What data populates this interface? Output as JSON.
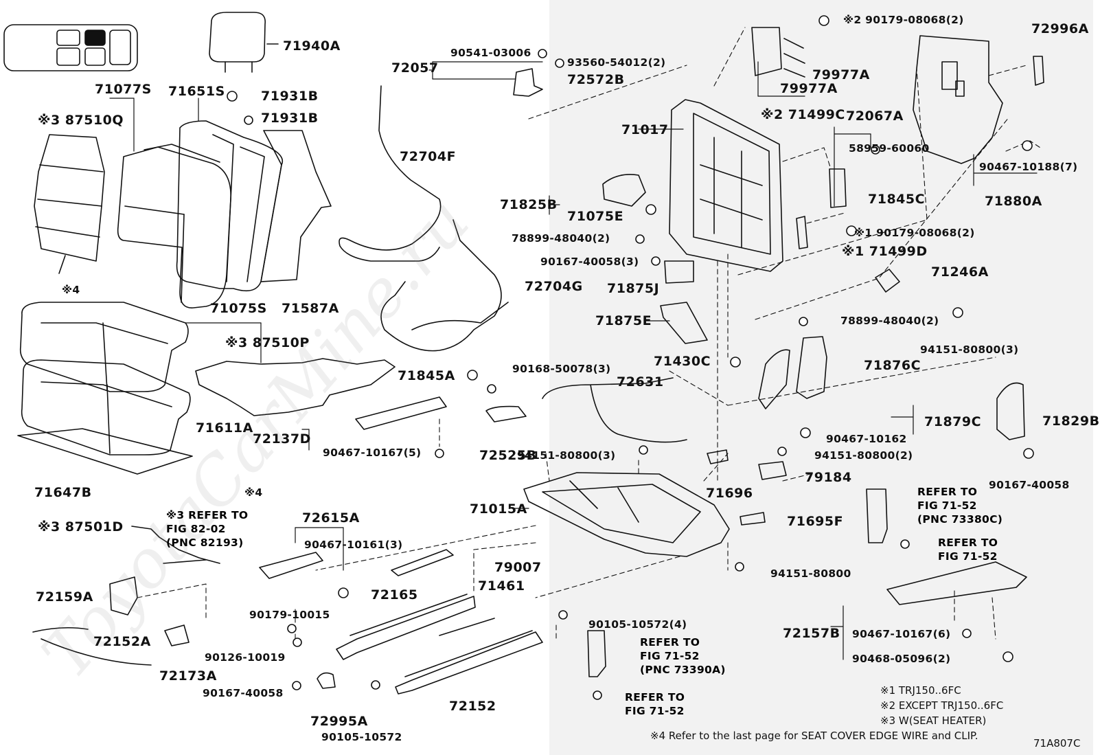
{
  "parts": {
    "p71940A": "71940A",
    "p71077S": "71077S",
    "p71651S": "71651S",
    "p71931B_1": "71931B",
    "p71931B_2": "71931B",
    "p87510Q": "※3 87510Q",
    "p72057": "72057",
    "p90541": "90541-03006",
    "p93560": "93560-54012(2)",
    "p72572B": "72572B",
    "p72704F": "72704F",
    "p72704G": "72704G",
    "p71587A": "71587A",
    "p71075S": "71075S",
    "p87510P": "※3 87510P",
    "p71611A": "71611A",
    "p71647B": "71647B",
    "p71845A": "71845A",
    "p90168": "90168-50078(3)",
    "p72137D": "72137D",
    "p90467_10167": "90467-10167(5)",
    "p72525B": "72525B",
    "p87501D": "※3 87501D",
    "p72615A": "72615A",
    "p90467_10161": "90467-10161(3)",
    "p79007": "79007",
    "p72159A": "72159A",
    "p72165": "72165",
    "p71461": "71461",
    "p90179_10015": "90179-10015",
    "p72152A": "72152A",
    "p90126": "90126-10019",
    "p72173A": "72173A",
    "p90167_40058a": "90167-40058",
    "p72995A": "72995A",
    "p72152": "72152",
    "p90105_10572": "90105-10572",
    "p90105_10572_4": "90105-10572(4)",
    "p90179_08068_2a": "※2 90179-08068(2)",
    "p79977A_1": "79977A",
    "p79977A_2": "79977A",
    "p71499C": "※2 71499C",
    "p72996A": "72996A",
    "p71017": "71017",
    "p72067A": "72067A",
    "p58959": "58959-60060",
    "p71845C": "71845C",
    "p71880A": "71880A",
    "p90467_10188": "90467-10188(7)",
    "p71825B": "71825B",
    "p71075E": "71075E",
    "p78899_a": "78899-48040(2)",
    "p90179_08068_2b": "※1 90179-08068(2)",
    "p90167_40058_3": "90167-40058(3)",
    "p71499D": "※1 71499D",
    "p71246A": "71246A",
    "p71875J": "71875J",
    "p71875E": "71875E",
    "p78899_b": "78899-48040(2)",
    "p94151_3": "94151-80800(3)",
    "p71430C": "71430C",
    "p71876C": "71876C",
    "p72631": "72631",
    "p71879C": "71879C",
    "p71829B": "71829B",
    "p90467_10162": "90467-10162",
    "p94151_3b": "94151-80800(3)",
    "p94151_2": "94151-80800(2)",
    "p90167_40058b": "90167-40058",
    "p71696": "71696",
    "p79184": "79184",
    "p71015A": "71015A",
    "p71695F": "71695F",
    "p94151": "94151-80800",
    "p72157B": "72157B",
    "p90467_10167_6": "90467-10167(6)",
    "p90468": "90468-05096(2)",
    "p4a": "※4",
    "p4b": "※4"
  },
  "refs": {
    "r1": [
      "※3 REFER TO",
      "FIG 82-02",
      "(PNC 82193)"
    ],
    "r2": [
      "REFER TO",
      "FIG 71-52",
      "(PNC 73380C)"
    ],
    "r3": [
      "REFER TO",
      "FIG 71-52"
    ],
    "r4": [
      "REFER TO",
      "FIG 71-52",
      "(PNC 73390A)"
    ],
    "r5": [
      "REFER TO",
      "FIG 71-52"
    ]
  },
  "notes": {
    "n1": "※1  TRJ150..6FC",
    "n2": "※2  EXCEPT TRJ150..6FC",
    "n3": "※3  W(SEAT  HEATER)",
    "n4": "※4 Refer to the last page for SEAT COVER EDGE WIRE and CLIP.",
    "code": "71A807C"
  },
  "watermark": "ToyotaCarMine.ru"
}
